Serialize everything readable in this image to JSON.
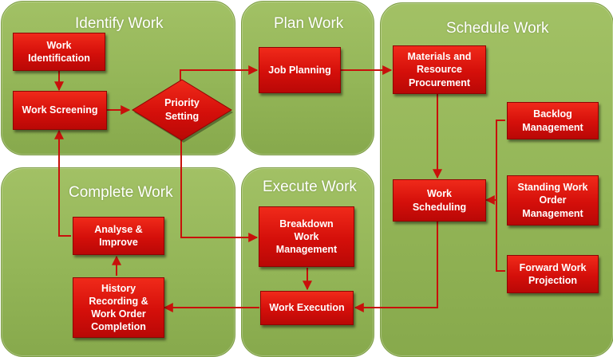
{
  "panels": {
    "identify": "Identify Work",
    "plan": "Plan Work",
    "schedule": "Schedule Work",
    "complete": "Complete Work",
    "execute": "Execute Work"
  },
  "boxes": {
    "work_identification": "Work\nIdentification",
    "work_screening": "Work Screening",
    "priority_setting": "Priority\nSetting",
    "job_planning": "Job Planning",
    "materials_procurement": "Materials and\nResource\nProcurement",
    "backlog_management": "Backlog\nManagement",
    "standing_work_order": "Standing Work\nOrder\nManagement",
    "forward_work_projection": "Forward Work\nProjection",
    "work_scheduling": "Work\nScheduling",
    "breakdown_work_management": "Breakdown\nWork\nManagement",
    "work_execution": "Work Execution",
    "analyse_improve": "Analyse &\nImprove",
    "history_recording": "History\nRecording &\nWork Order\nCompletion"
  },
  "colors": {
    "panel_green": "#93b557",
    "box_red": "#d40f0a",
    "arrow_red": "#c8100b",
    "text_white": "#ffffff"
  }
}
